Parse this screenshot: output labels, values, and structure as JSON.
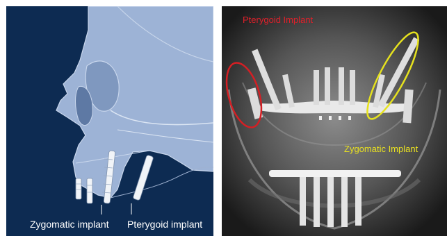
{
  "left_figure": {
    "labels": {
      "zygomatic": "Zygomatic implant",
      "pterygoid": "Pterygoid implant"
    }
  },
  "right_figure": {
    "labels": {
      "pterygoid": "Pterygoid Implant",
      "zygomatic": "Zygomatic Implant"
    },
    "colors": {
      "pterygoid_label": "#e0202a",
      "zygomatic_label": "#e8e020",
      "pterygoid_circle": "#d41f24",
      "zygomatic_circle": "#e6e21e"
    }
  },
  "colors": {
    "illustration_background": "#0d2b52",
    "skull_fill": "#9db3d6",
    "xray_background": "#1c1c1c"
  }
}
